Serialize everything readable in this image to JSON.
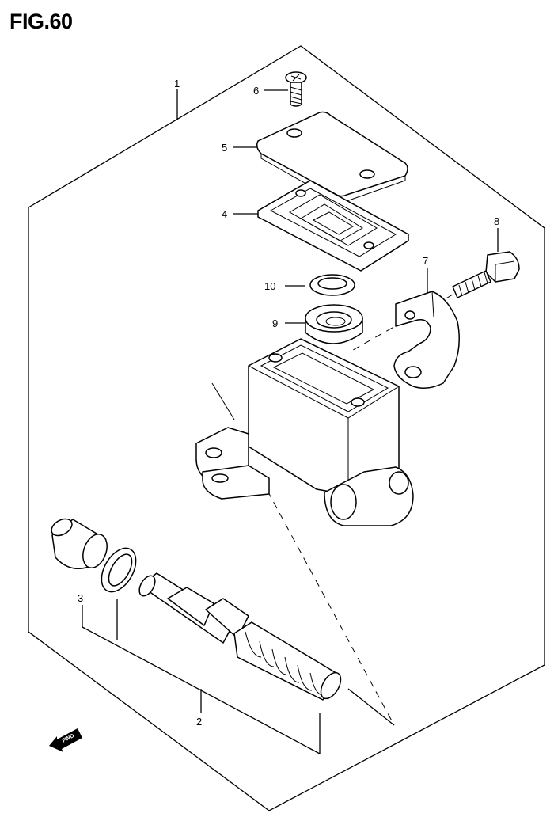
{
  "figure": {
    "title": "FIG.60"
  },
  "callouts": [
    "1",
    "2",
    "3",
    "4",
    "5",
    "6",
    "7",
    "8",
    "9",
    "10"
  ],
  "fwd_label": "FWD"
}
